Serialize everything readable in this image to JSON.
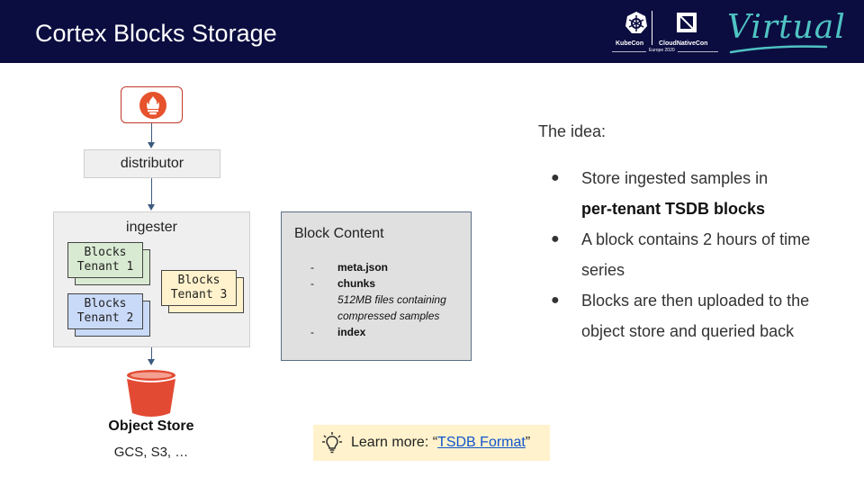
{
  "header": {
    "title": "Cortex Blocks Storage",
    "kubecon_label": "KubeCon",
    "cloudnativecon_label": "CloudNativeCon",
    "europe_label": "Europe 2020",
    "virtual_label": "Virtual"
  },
  "diagram": {
    "distributor_label": "distributor",
    "ingester_label": "ingester",
    "cards": [
      {
        "line1": "Blocks",
        "line2": "Tenant 1"
      },
      {
        "line1": "Blocks",
        "line2": "Tenant 2"
      },
      {
        "line1": "Blocks",
        "line2": "Tenant 3"
      }
    ],
    "object_store_label": "Object Store",
    "object_store_sub": "GCS, S3, …"
  },
  "block_content": {
    "title": "Block Content",
    "items": [
      {
        "dash": "-",
        "name": "meta.json"
      },
      {
        "dash": "-",
        "name": "chunks",
        "desc1": "512MB files containing",
        "desc2": "compressed samples"
      },
      {
        "dash": "-",
        "name": "index"
      }
    ]
  },
  "idea": {
    "label": "The idea:",
    "bullet_char": "●",
    "bullets": [
      {
        "text": "Store ingested samples in",
        "bold": "per-tenant TSDB blocks"
      },
      {
        "text": "A block contains 2 hours of time series"
      },
      {
        "text": "Blocks are then uploaded to the object store and queried back"
      }
    ]
  },
  "learn_more": {
    "prefix": "Learn more: “",
    "link": "TSDB Format",
    "suffix": "”"
  },
  "colors": {
    "header_bg": "#0b0d40",
    "prometheus": "#e6522c",
    "bucket": "#e34a33",
    "link": "#1155cc"
  }
}
